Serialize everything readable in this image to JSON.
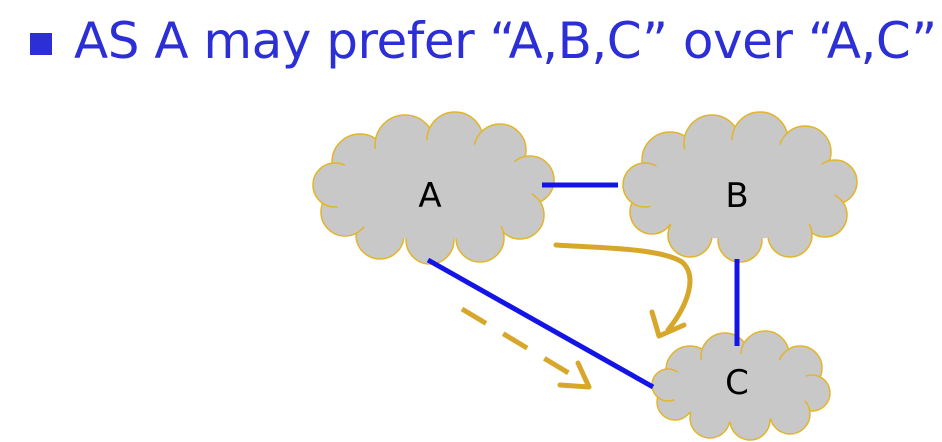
{
  "bullet": {
    "text": "AS A may prefer “A,B,C” over “A,C”"
  },
  "nodes": {
    "a": "A",
    "b": "B",
    "c": "C"
  },
  "colors": {
    "bullet": "#2d2fd6",
    "link": "#1414e6",
    "preference_arrow": "#d6a72a",
    "cloud_fill": "#c8c8c8",
    "cloud_outline": "#e2b52a"
  }
}
